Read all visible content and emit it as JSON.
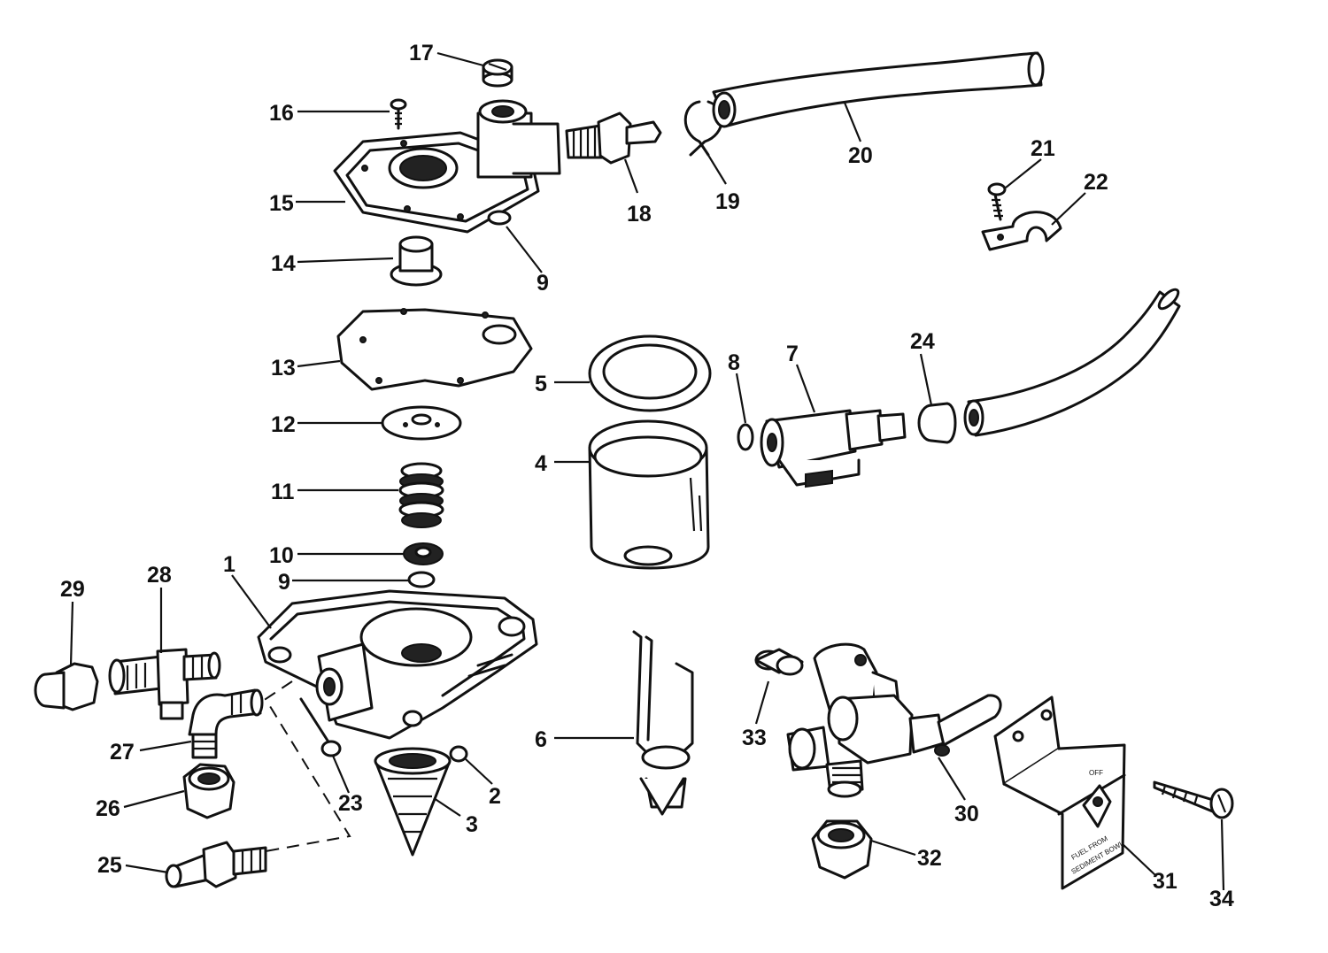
{
  "callouts": [
    {
      "id": "1",
      "label": "1"
    },
    {
      "id": "2",
      "label": "2"
    },
    {
      "id": "3",
      "label": "3"
    },
    {
      "id": "4",
      "label": "4"
    },
    {
      "id": "5",
      "label": "5"
    },
    {
      "id": "6",
      "label": "6"
    },
    {
      "id": "7",
      "label": "7"
    },
    {
      "id": "8",
      "label": "8"
    },
    {
      "id": "9a",
      "label": "9"
    },
    {
      "id": "9b",
      "label": "9"
    },
    {
      "id": "10",
      "label": "10"
    },
    {
      "id": "11",
      "label": "11"
    },
    {
      "id": "12",
      "label": "12"
    },
    {
      "id": "13",
      "label": "13"
    },
    {
      "id": "14",
      "label": "14"
    },
    {
      "id": "15",
      "label": "15"
    },
    {
      "id": "16",
      "label": "16"
    },
    {
      "id": "17",
      "label": "17"
    },
    {
      "id": "18",
      "label": "18"
    },
    {
      "id": "19",
      "label": "19"
    },
    {
      "id": "20",
      "label": "20"
    },
    {
      "id": "21",
      "label": "21"
    },
    {
      "id": "22",
      "label": "22"
    },
    {
      "id": "23",
      "label": "23"
    },
    {
      "id": "24",
      "label": "24"
    },
    {
      "id": "25",
      "label": "25"
    },
    {
      "id": "26",
      "label": "26"
    },
    {
      "id": "27",
      "label": "27"
    },
    {
      "id": "28",
      "label": "28"
    },
    {
      "id": "29",
      "label": "29"
    },
    {
      "id": "30",
      "label": "30"
    },
    {
      "id": "31",
      "label": "31"
    },
    {
      "id": "32",
      "label": "32"
    },
    {
      "id": "33",
      "label": "33"
    },
    {
      "id": "34",
      "label": "34"
    }
  ],
  "plate_text": {
    "off": "OFF",
    "line1": "FUEL FROM",
    "line2": "SEDIMENT BOWL"
  }
}
